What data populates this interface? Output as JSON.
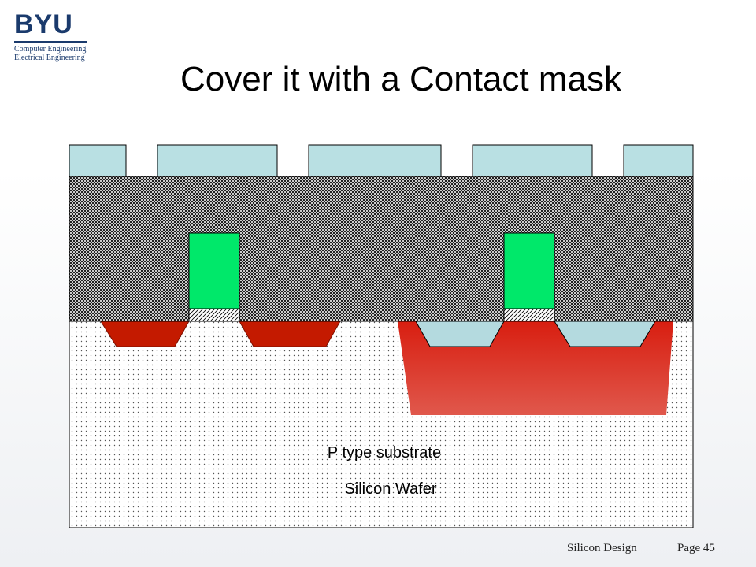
{
  "logo": {
    "word": "BYU",
    "line1": "Computer Engineering",
    "line2": "Electrical Engineering"
  },
  "title": "Cover it with a Contact mask",
  "labels": {
    "substrate": "P type substrate",
    "wafer": "Silicon Wafer"
  },
  "footer": {
    "course": "Silicon Design",
    "page": "Page 45"
  },
  "colors": {
    "mask": "#b9e0e3",
    "oxide_hatch": "#000000",
    "poly_gate": "#00e86a",
    "n_diffusion": "#c41a00",
    "n_well_top": "#d81e10",
    "n_well_bottom": "#e0584c",
    "p_diffusion": "#b4dadf",
    "substrate_dots": "#555555"
  }
}
